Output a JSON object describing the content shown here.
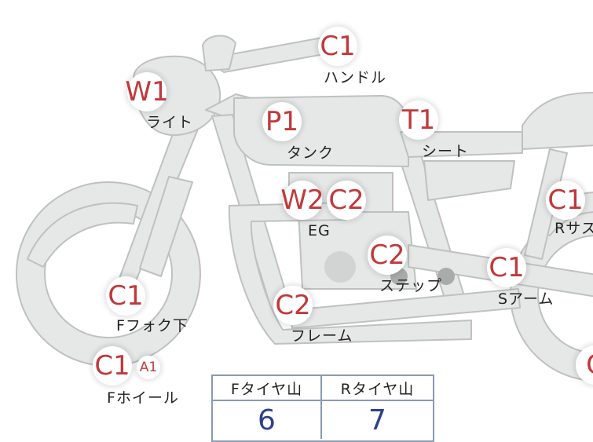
{
  "parts": [
    {
      "id": "handle",
      "code": "C1",
      "label": "ハンドル"
    },
    {
      "id": "light",
      "code": "W1",
      "label": "ライト"
    },
    {
      "id": "tank",
      "code": "P1",
      "label": "タンク"
    },
    {
      "id": "seat",
      "code": "T1",
      "label": "シート"
    },
    {
      "id": "engine",
      "codes": [
        "W2",
        "C2"
      ],
      "label": "EG"
    },
    {
      "id": "rsus",
      "code": "C1",
      "label": "Rサス"
    },
    {
      "id": "step",
      "code": "C2",
      "label": "ステップ"
    },
    {
      "id": "sarm",
      "code": "C1",
      "label": "Sアーム"
    },
    {
      "id": "ffork",
      "code": "C1",
      "label": "Fフォク下"
    },
    {
      "id": "frame",
      "code": "C2",
      "label": "フレーム"
    },
    {
      "id": "fwheel",
      "codes": [
        "C1",
        "A1"
      ],
      "label": "Fホイール"
    },
    {
      "id": "rwheel",
      "code": "C"
    }
  ],
  "tire_table": {
    "headers": [
      "Fタイヤ山",
      "Rタイヤ山"
    ],
    "values": [
      "6",
      "7"
    ]
  },
  "colors": {
    "body_fill": "#e6e7e7",
    "body_stroke": "#bfc1c1",
    "code_text": "#c0393b",
    "value_text": "#2c3f8f",
    "table_border": "#8a9ab2"
  }
}
